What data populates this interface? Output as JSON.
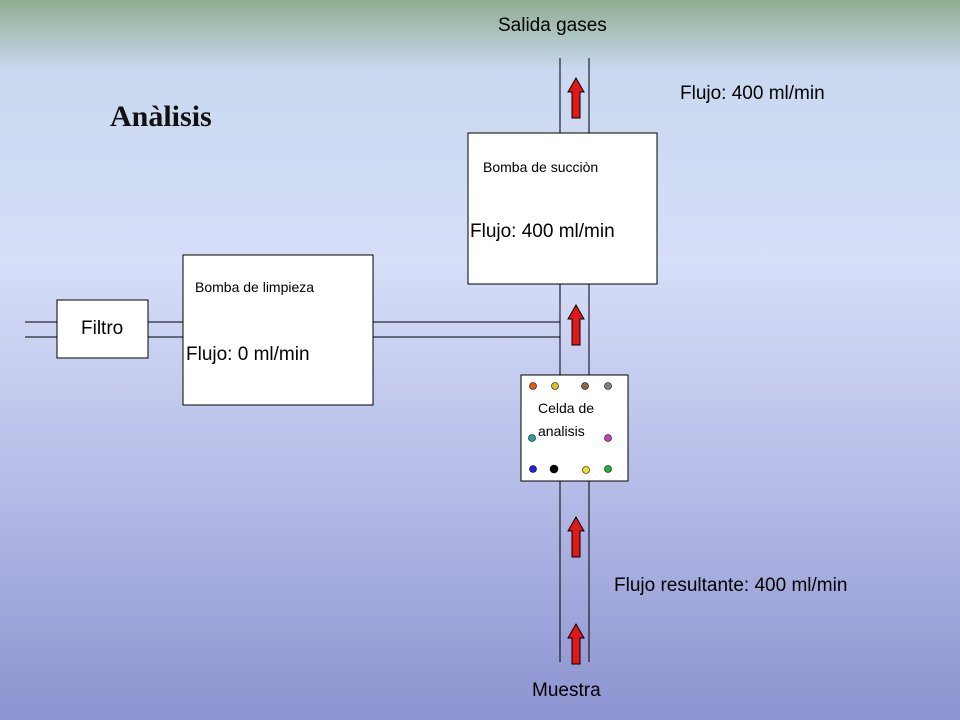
{
  "title": "Anàlisis",
  "labels": {
    "gas_outlet": "Salida gases",
    "top_flow": "Flujo: 400 ml/min",
    "suction_pump": "Bomba de succiòn",
    "suction_flow": "Flujo: 400 ml/min",
    "cleaning_pump": "Bomba de limpieza",
    "cleaning_flow": "Flujo: 0 ml/min",
    "filter": "Filtro",
    "cell_line1": "Celda de",
    "cell_line2": "analisis",
    "result_flow": "Flujo resultante: 400 ml/min",
    "sample": "Muestra"
  },
  "colors": {
    "arrow": "#e01818",
    "cell_dots": [
      "#e05a1a",
      "#e0c020",
      "#8a6a4a",
      "#808080",
      "#2aa0a0",
      "#c040c0",
      "#2020e0",
      "#000000",
      "#f0e020",
      "#20b040"
    ]
  }
}
